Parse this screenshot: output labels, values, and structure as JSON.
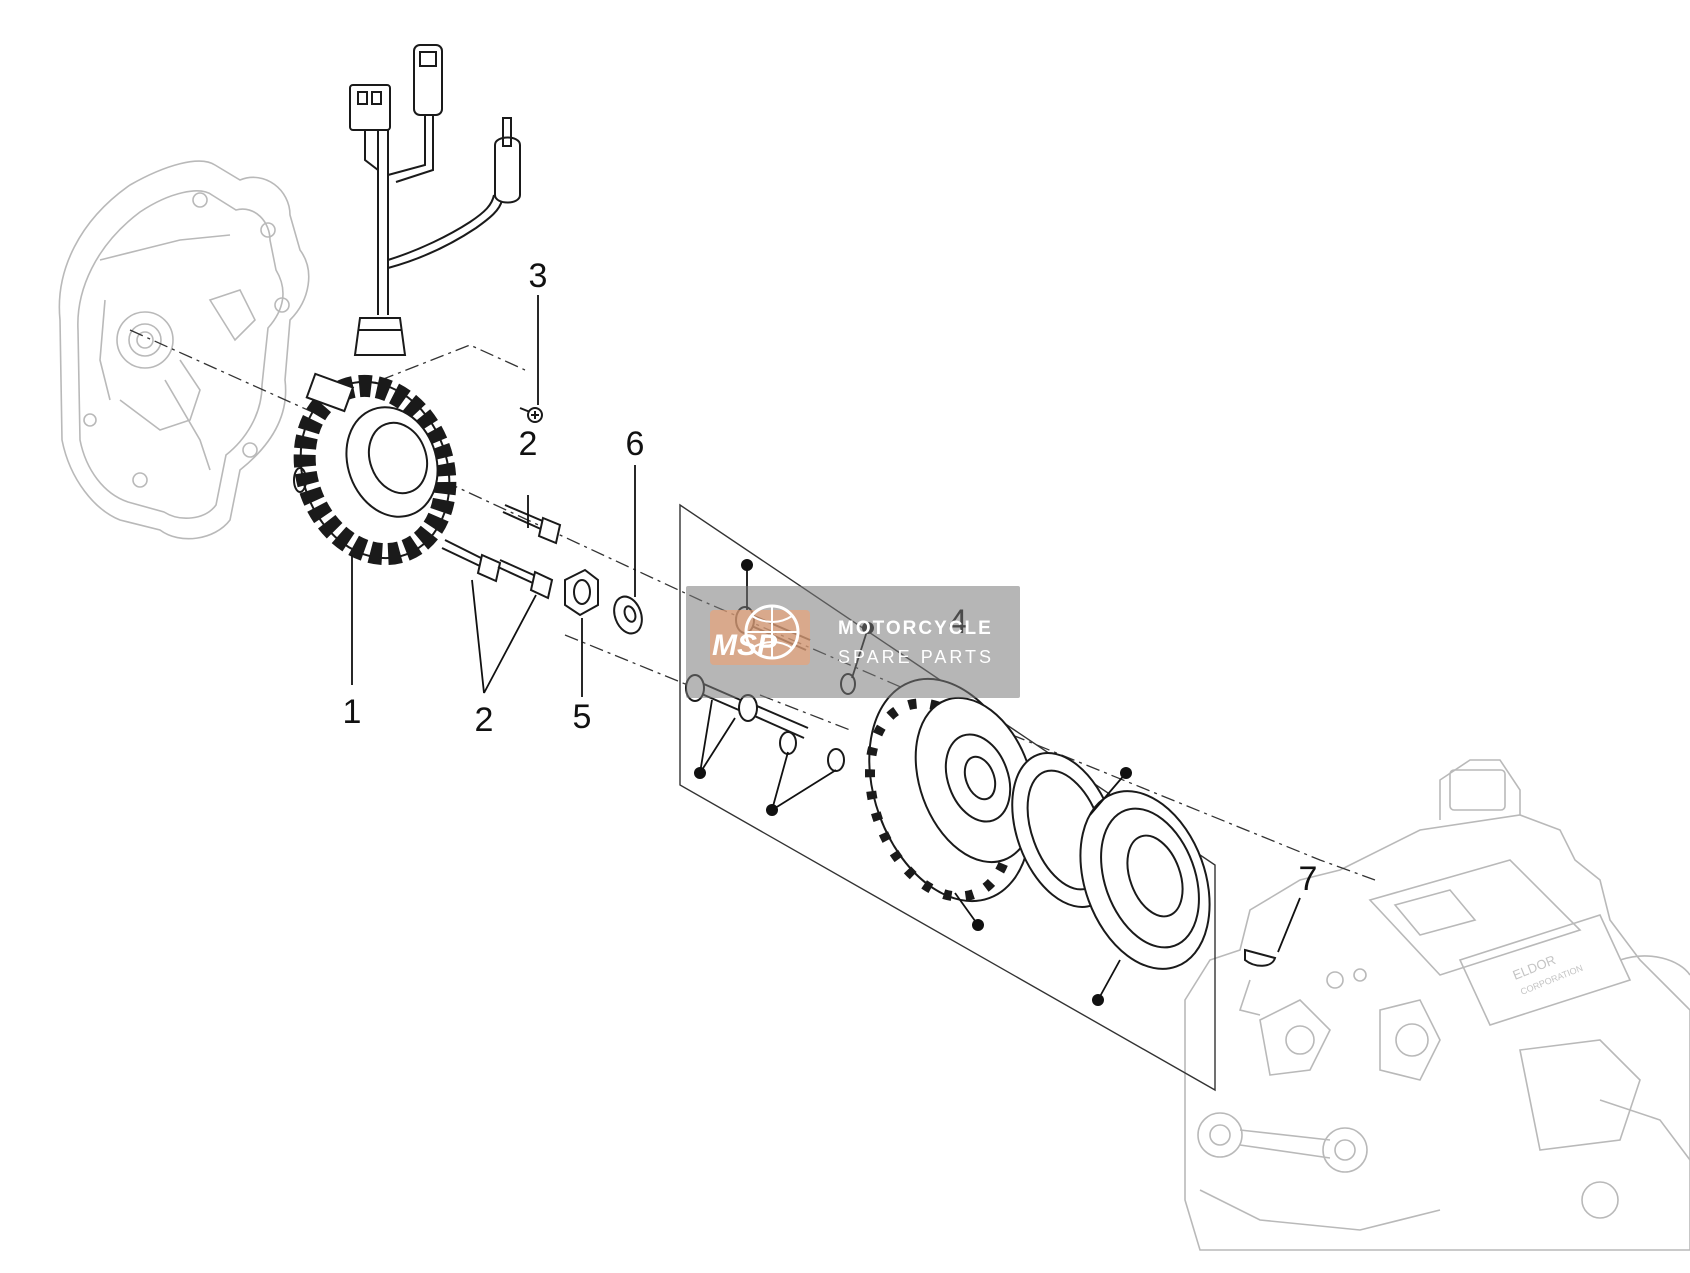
{
  "diagram": {
    "callouts": [
      "1",
      "2",
      "2",
      "3",
      "4",
      "5",
      "6",
      "7"
    ],
    "watermark": {
      "logo_text": "MSP",
      "title": "MOTORCYCLE",
      "subtitle": "SPARE PARTS"
    },
    "engine_brand": "ELDOR",
    "engine_brand_sub": "CORPORATION"
  }
}
